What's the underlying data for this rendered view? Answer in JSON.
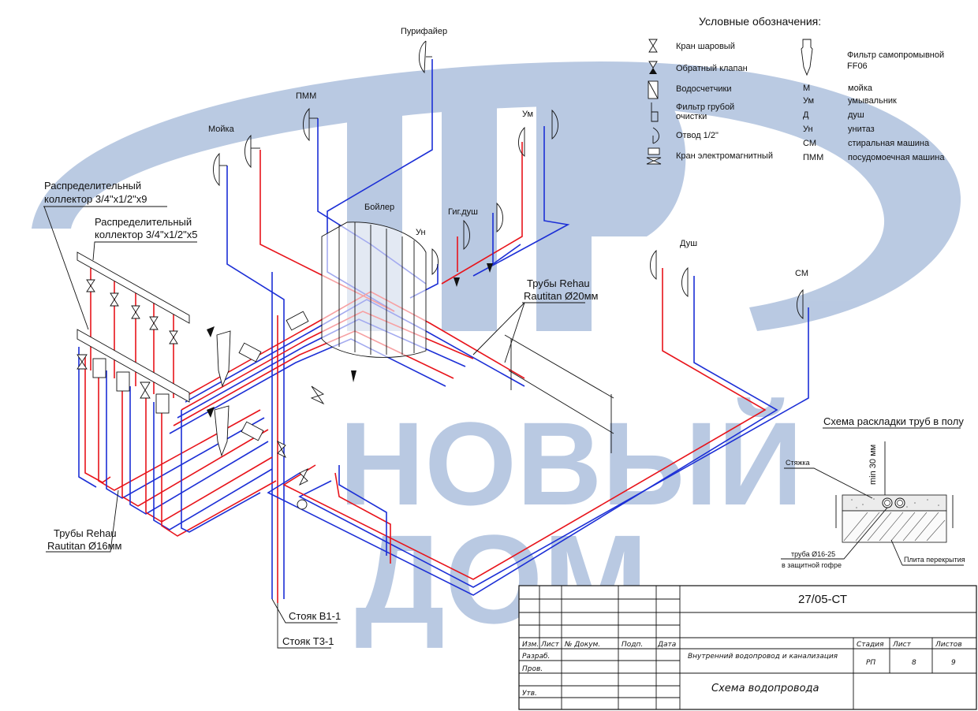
{
  "watermark": {
    "line1": "НОВЫЙ",
    "line2": "ДОМ",
    "color": "#4a74b4"
  },
  "colors": {
    "hot_pipe": "#e8141b",
    "cold_pipe": "#1c2fd6",
    "ink": "#111111"
  },
  "legend": {
    "title": "Условные обозначения:",
    "symbols": [
      {
        "icon": "ball-valve-icon",
        "label": "Кран шаровый"
      },
      {
        "icon": "check-valve-icon",
        "label": "Обратный клапан"
      },
      {
        "icon": "water-meter-icon",
        "label": "Водосчетчики"
      },
      {
        "icon": "coarse-filter-icon",
        "label_line1": "Фильтр грубой",
        "label_line2": "очистки"
      },
      {
        "icon": "outlet-icon",
        "label": "Отвод 1/2\""
      },
      {
        "icon": "solenoid-valve-icon",
        "label": "Кран электромагнитный"
      }
    ],
    "self_clean_filter": {
      "icon": "self-clean-filter-icon",
      "label_line1": "Фильтр самопромывной",
      "label_line2": "FF06"
    },
    "abbreviations": [
      {
        "code": "М",
        "meaning": "мойка"
      },
      {
        "code": "Ум",
        "meaning": "умывальник"
      },
      {
        "code": "Д",
        "meaning": "душ"
      },
      {
        "code": "Ун",
        "meaning": "унитаз"
      },
      {
        "code": "СМ",
        "meaning": "стиральная машина"
      },
      {
        "code": "ПММ",
        "meaning": "посудомоечная машина"
      }
    ]
  },
  "fixtures": {
    "purifier": "Пурифайер",
    "dishwasher": "ПММ",
    "sink": "Мойка",
    "washbasin_top": "Ум",
    "boiler": "Бойлер",
    "hygienic_shower": "Гиг.душ",
    "toilet": "Ун",
    "shower": "Душ",
    "washing_machine": "СМ"
  },
  "callouts": {
    "collector9_line1": "Распределительный",
    "collector9_line2": "коллектор 3/4\"х1/2\"х9",
    "collector5_line1": "Распределительный",
    "collector5_line2": "коллектор 3/4\"х1/2\"х5",
    "pipes20_line1": "Трубы Rehau",
    "pipes20_line2": "Rautitan Ø20мм",
    "pipes16_line1": "Трубы Rehau",
    "pipes16_line2": "Rautitan Ø16мм",
    "riser_cold": "Стояк В1-1",
    "riser_hot": "Стояк Т3-1"
  },
  "floor_scheme": {
    "title": "Схема раскладки труб в полу",
    "screed": "Стяжка",
    "min_thickness": "min 30 мм",
    "pipe_line1": "труба Ø16-25",
    "pipe_line2": "в защитной гофре",
    "slab": "Плита перекрытия"
  },
  "stamp": {
    "code": "27/05-СТ",
    "headers": {
      "change": "Изм.",
      "sheet": "Лист",
      "doc_no": "№ Докум.",
      "signature": "Подп.",
      "date": "Дата"
    },
    "roles": {
      "developed": "Разраб.",
      "checked": "Пров.",
      "approved": "Утв."
    },
    "object_title": "Внутренний водопровод и канализация",
    "stage_label": "Стадия",
    "sheet_label": "Лист",
    "sheets_label": "Листов",
    "stage": "РП",
    "sheet": "8",
    "sheets": "9",
    "drawing_title": "Схема водопровода"
  }
}
